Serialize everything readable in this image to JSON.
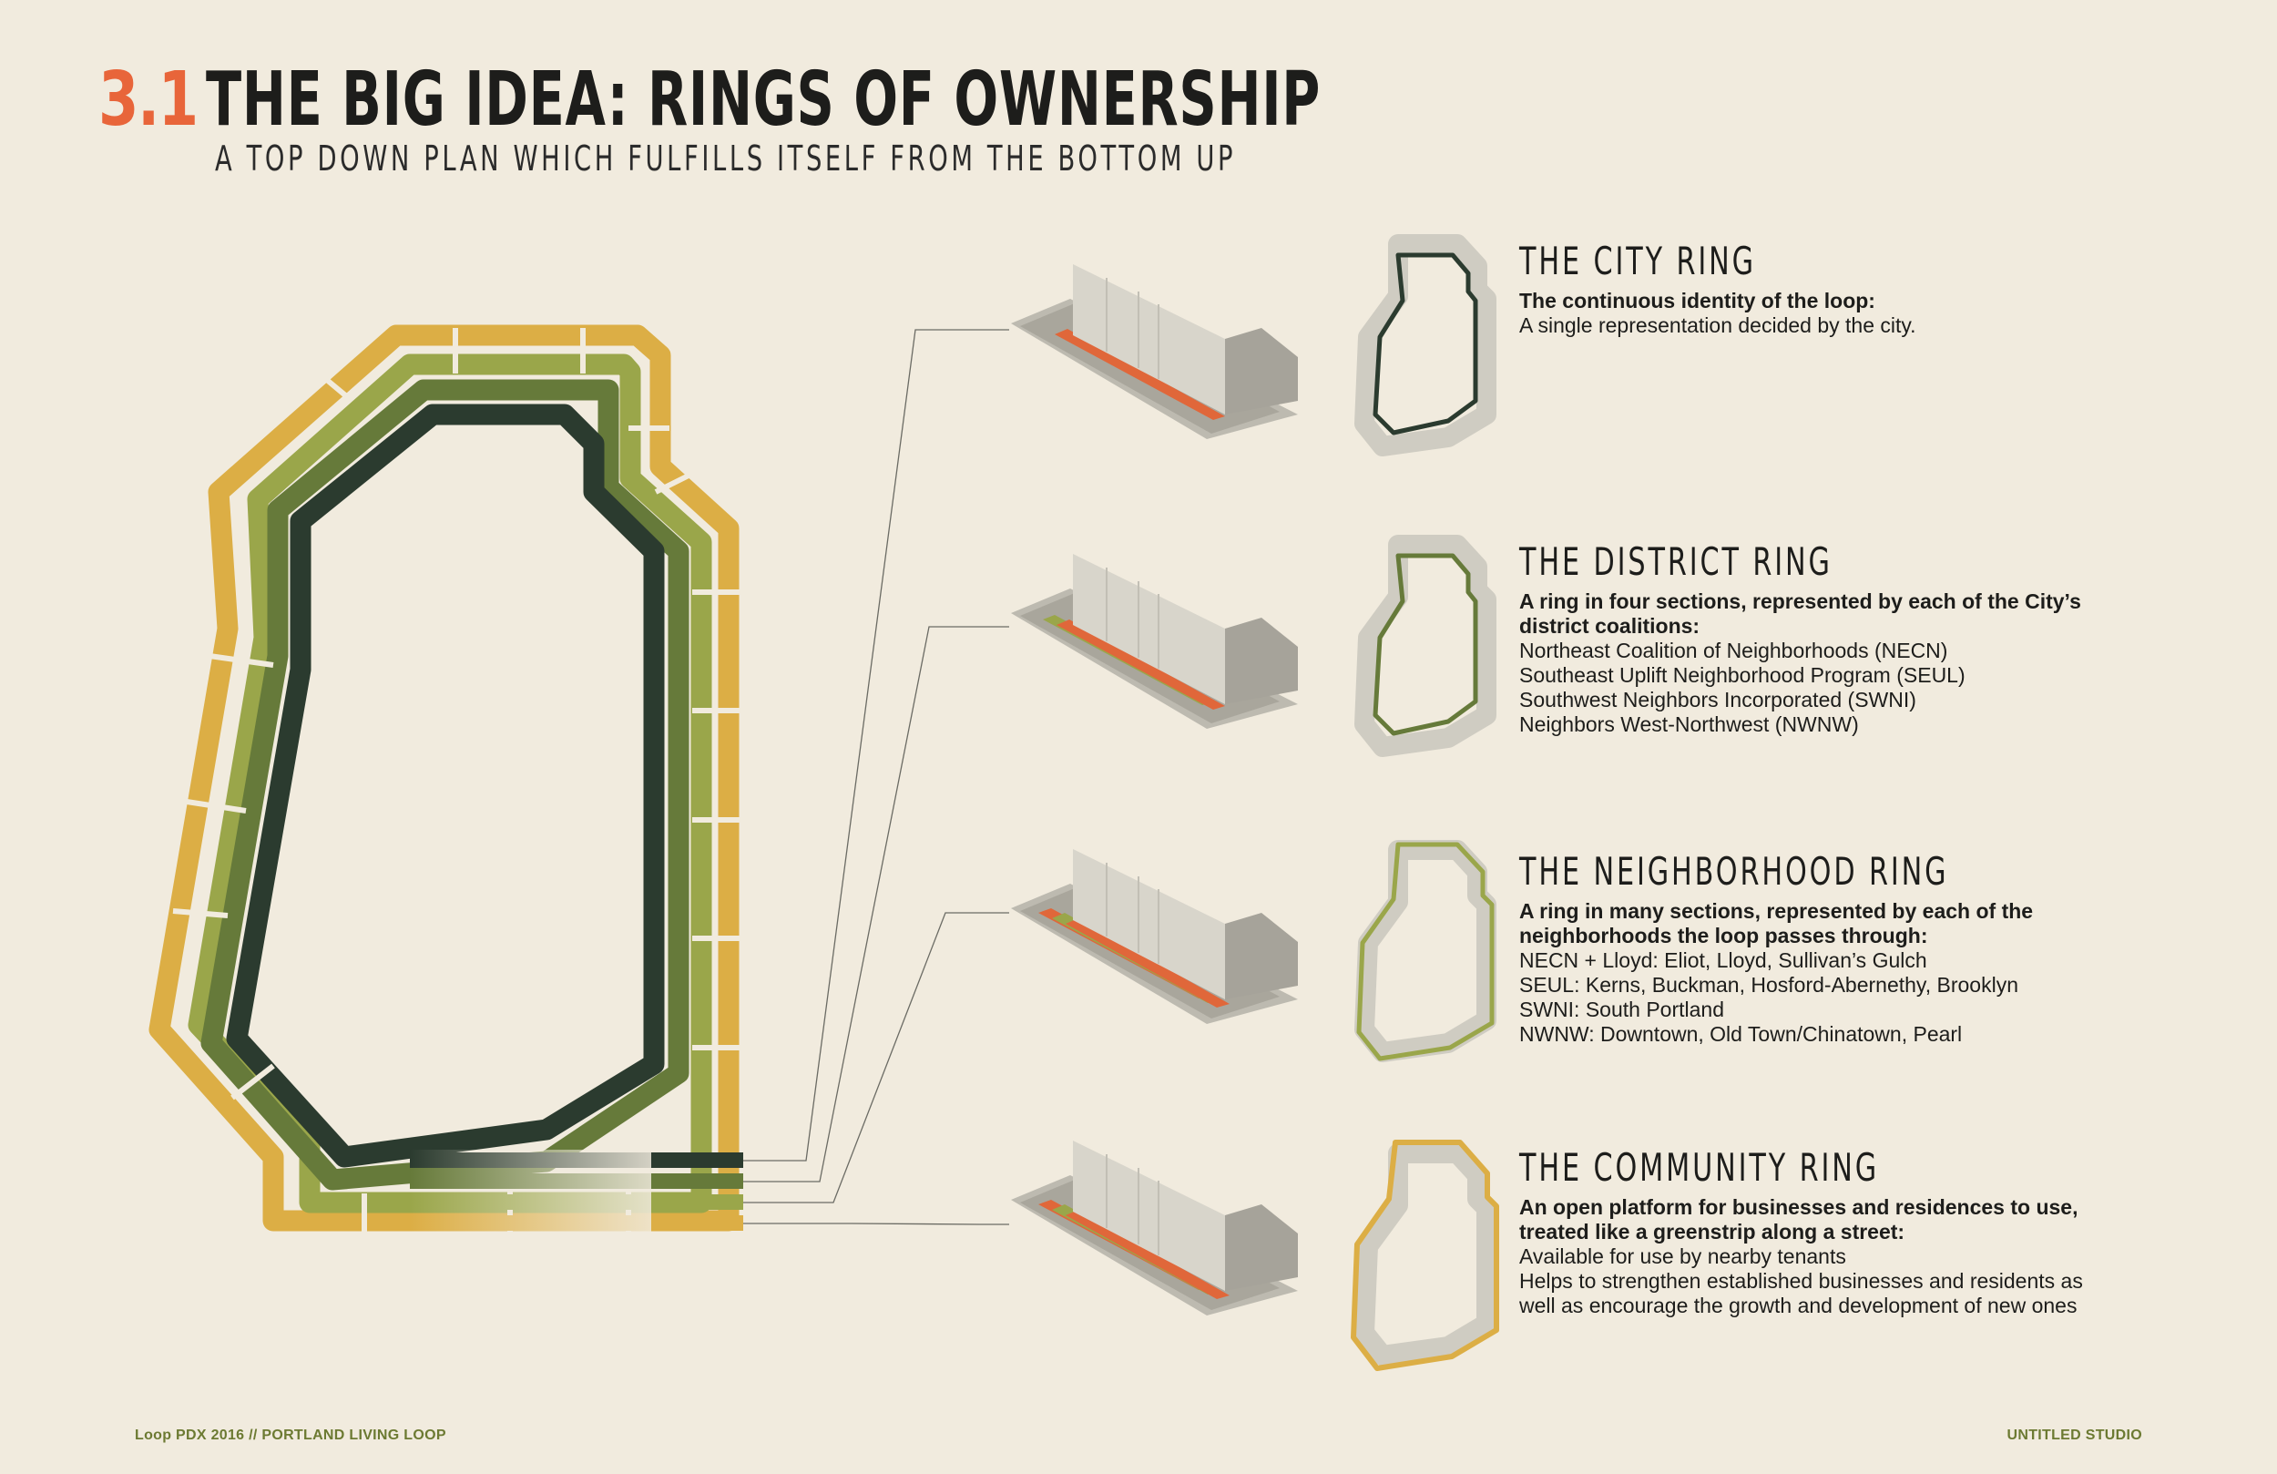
{
  "header": {
    "section_number": "3.1",
    "title": "THE BIG IDEA: RINGS OF OWNERSHIP",
    "subtitle": "A TOP DOWN PLAN WHICH FULFILLS ITSELF FROM THE BOTTOM UP"
  },
  "colors": {
    "background": "#f1ebde",
    "accent": "#e8653a",
    "city_ring": "#2b3b2f",
    "district_ring": "#667a3a",
    "neighborhood_ring": "#9aa64a",
    "community_ring": "#dcae45"
  },
  "rings": [
    {
      "title": "THE CITY RING",
      "lead": [
        "The continuous identity of the loop:"
      ],
      "lines": [
        "A single representation decided by the city."
      ]
    },
    {
      "title": "THE DISTRICT RING",
      "lead": [
        "A ring in four sections, represented by each of the City’s",
        "district coalitions:"
      ],
      "lines": [
        "Northeast Coalition of Neighborhoods (NECN)",
        "Southeast Uplift Neighborhood Program (SEUL)",
        "Southwest Neighbors Incorporated (SWNI)",
        "Neighbors West-Northwest (NWNW)"
      ]
    },
    {
      "title": "THE NEIGHBORHOOD RING",
      "lead": [
        "A ring in many sections, represented by each of the",
        "neighborhoods the loop passes through:"
      ],
      "lines": [
        "NECN + Lloyd: Eliot, Lloyd, Sullivan’s Gulch",
        "SEUL: Kerns, Buckman, Hosford-Abernethy, Brooklyn",
        "SWNI: South Portland",
        "NWNW: Downtown, Old Town/Chinatown, Pearl"
      ]
    },
    {
      "title": "THE COMMUNITY RING",
      "lead": [
        "An open platform for businesses and residences to use,",
        "treated like a greenstrip along a street:"
      ],
      "lines": [
        "Available for use by nearby tenants",
        "Helps to strengthen established businesses and residents as",
        "well as encourage the growth and development of new ones"
      ]
    }
  ],
  "footer": {
    "left": "Loop PDX 2016 // PORTLAND LIVING LOOP",
    "right": "UNTITLED STUDIO"
  }
}
